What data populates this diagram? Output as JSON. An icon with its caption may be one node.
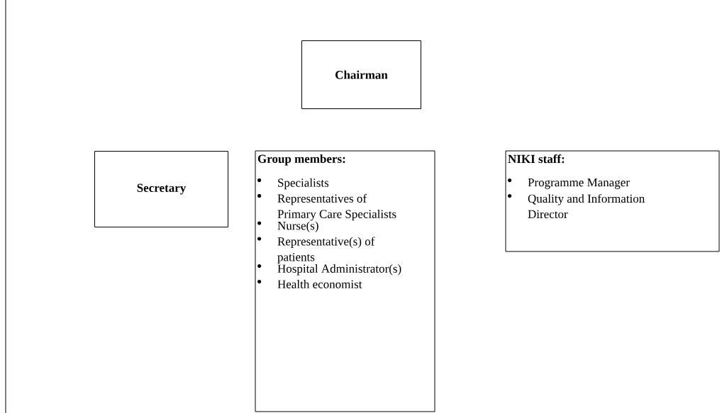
{
  "diagram": {
    "nodes": [
      {
        "text": [
          "Chairman"
        ]
      },
      {
        "text": [
          "Secretary"
        ]
      },
      {
        "text": [
          "Group members:",
          "Specialists",
          "Representatives of Primary Care Specialists",
          "Nurse(s)",
          "Representative(s) of patients",
          "Hospital Administrator(s)",
          "Health economist"
        ]
      },
      {
        "text": [
          "NIKI staff:",
          "Programme Manager",
          "Quality and Information Director"
        ]
      }
    ]
  }
}
